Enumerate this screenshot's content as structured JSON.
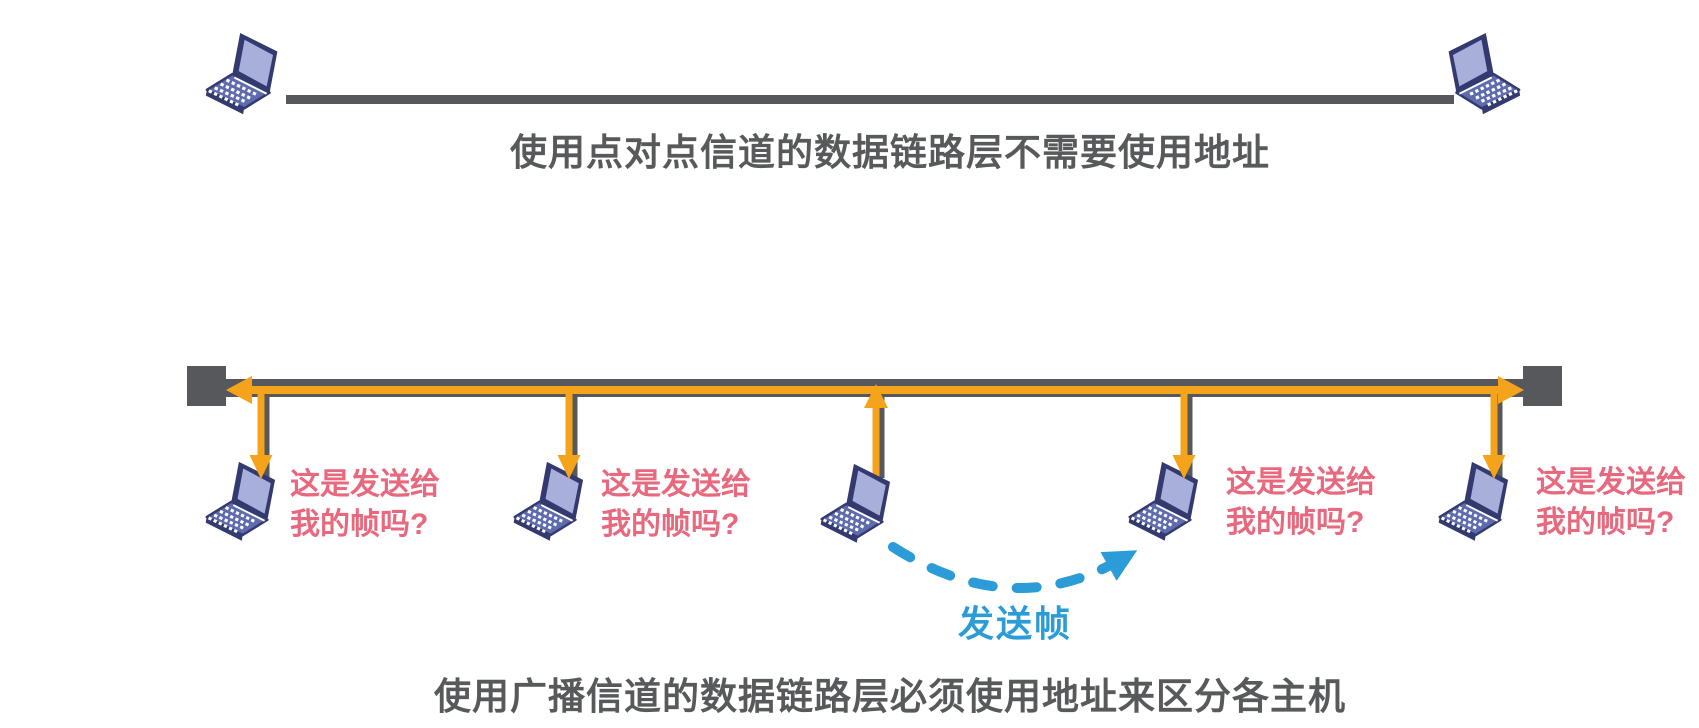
{
  "top_section": {
    "caption": "使用点对点信道的数据链路层不需要使用地址"
  },
  "bottom_section": {
    "caption": "使用广播信道的数据链路层必须使用地址来区分各主机",
    "send_frame_label": "发送帧",
    "frame_question": {
      "line1": "这是发送给",
      "line2": "我的帧吗?"
    }
  },
  "icons": {
    "laptop": "laptop-icon",
    "bus_terminator": "square-terminator",
    "signal_arrow": "orange-double-arrow",
    "send_frame_arrow": "blue-dashed-arc-arrow"
  },
  "colors": {
    "line_gray": "#57585B",
    "signal_orange": "#F6A31C",
    "question_pink": "#E8687E",
    "frame_blue": "#2B9CD8",
    "laptop_body": "#5E6BAE",
    "laptop_screen": "#A7AFDA",
    "laptop_outline": "#333A6F",
    "background": "#FFFFFF"
  }
}
